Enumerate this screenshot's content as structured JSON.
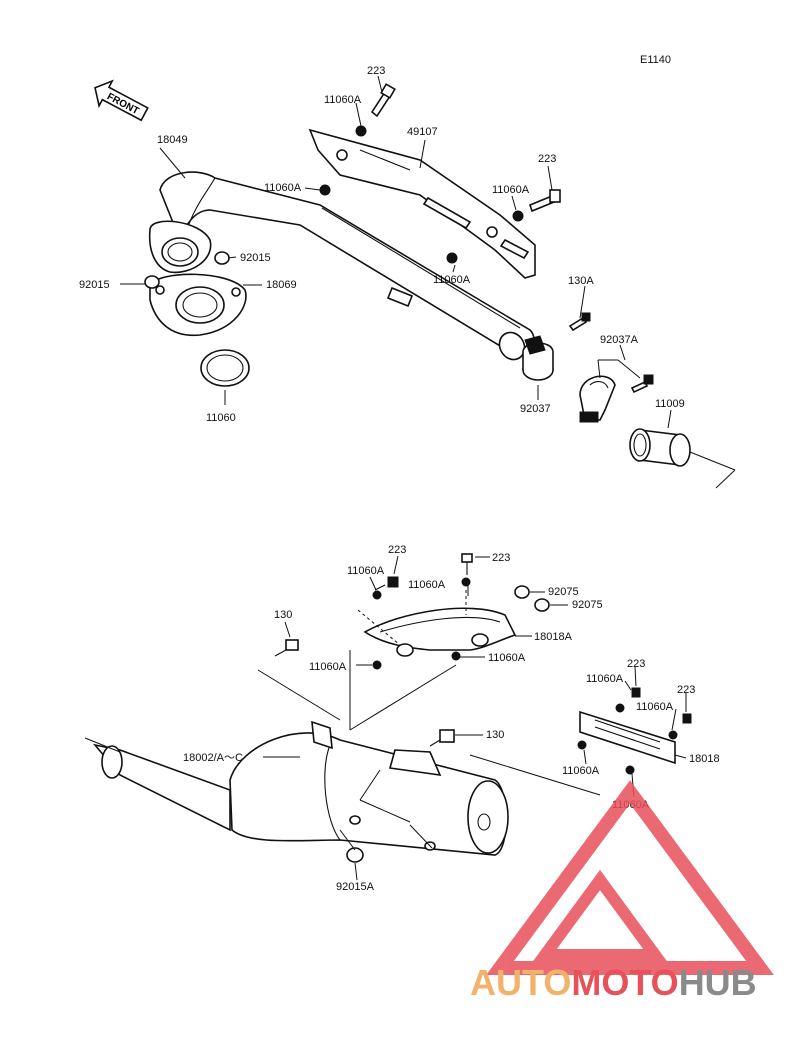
{
  "diagram_code": "E1140",
  "front_arrow_text": "FRONT",
  "watermark": {
    "text_part1": "AUTO",
    "text_part2": "MOTO",
    "text_part3": "HUB",
    "color_orange": "#f2b26b",
    "color_red": "#e8505a",
    "color_gray": "#8a8a8a"
  },
  "labels": {
    "p223_a": "223",
    "p11060A_a": "11060A",
    "p49107": "49107",
    "p18049": "18049",
    "p11060A_b": "11060A",
    "p223_b": "223",
    "p11060A_c": "11060A",
    "p92015_a": "92015",
    "p92015_b": "92015",
    "p18069": "18069",
    "p11060A_d": "11060A",
    "p130A": "130A",
    "p92037A": "92037A",
    "p11009": "11009",
    "p11060": "11060",
    "p92037": "92037",
    "p223_c": "223",
    "p223_d": "223",
    "p11060A_e": "11060A",
    "p11060A_f": "11060A",
    "p92075_a": "92075",
    "p92075_b": "92075",
    "p18018A": "18018A",
    "p130_a": "130",
    "p11060A_g": "11060A",
    "p11060A_h": "11060A",
    "p223_e": "223",
    "p11060A_i": "11060A",
    "p223_f": "223",
    "p11060A_j": "11060A",
    "p18002": "18002/A～C",
    "p130_b": "130",
    "p18018": "18018",
    "p11060A_k": "11060A",
    "p11060A_l": "11060A",
    "p92015A": "92015A"
  }
}
